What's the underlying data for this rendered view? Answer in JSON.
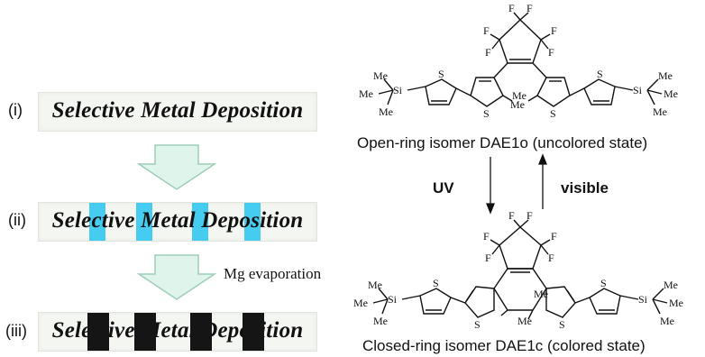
{
  "steps": [
    {
      "label": "(i)",
      "text": "Selective Metal Deposition"
    },
    {
      "label": "(ii)",
      "text": "Selective Metal Deposition"
    },
    {
      "label": "(iii)",
      "text": "Selective Metal Deposition"
    }
  ],
  "evaporation_label": "Mg evaporation",
  "open_isomer_caption": "Open-ring isomer DAE1o (uncolored state)",
  "closed_isomer_caption": "Closed-ring isomer DAE1c (colored state)",
  "uv_label": "UV",
  "visible_label": "visible",
  "atoms": {
    "F": "F",
    "S": "S",
    "Si": "Si",
    "Me": "Me"
  },
  "colors": {
    "blue_band": "#35c8f0",
    "black_band": "#151515",
    "arrow_fill": "#dff4ea",
    "arrow_stroke": "#9ecdb8"
  }
}
